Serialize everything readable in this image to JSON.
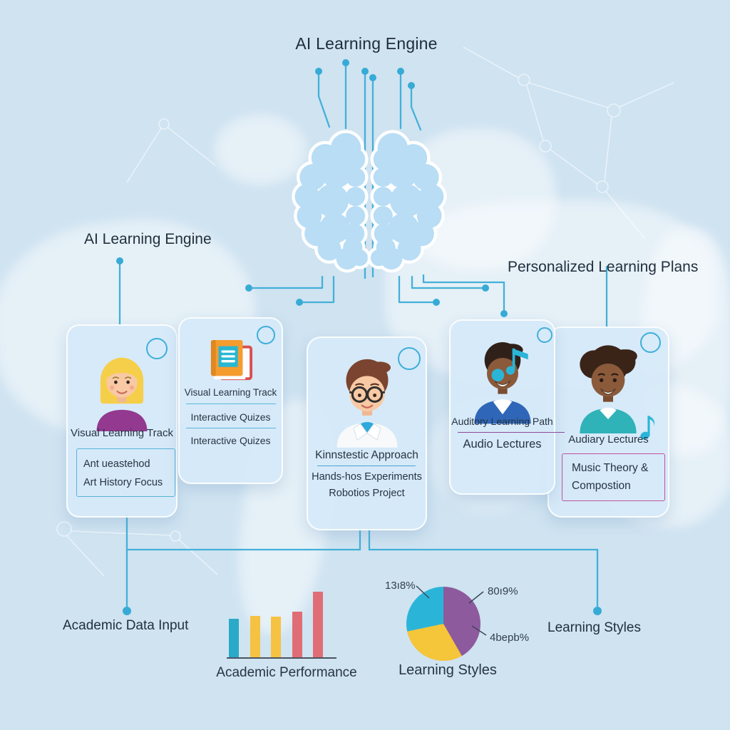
{
  "header": {
    "title": "AI Learning Engine"
  },
  "section_labels": {
    "engine_left": "AI Learning Engine",
    "plans_right": "Personalized Learning Plans",
    "academic_input": "Academic Data Input",
    "learning_styles": "Learning Styles"
  },
  "cards": {
    "visual_girl": {
      "title": "Visual Learning Track",
      "box": [
        "Ant ueastehod",
        "Art History Focus"
      ],
      "avatar": "girl-blonde-purple-top-avatar"
    },
    "visual_books": {
      "title": "Visual Learning Track",
      "items": [
        "Interactive Quizes",
        "Interactive Quizes"
      ],
      "icon": "stacked-books-icon"
    },
    "kinesthetic": {
      "title": "Kinnstestic Approach",
      "lines": [
        "Hands-hos Experiments",
        "Robotios Project"
      ],
      "avatar": "boy-glasses-labcoat-avatar"
    },
    "auditory_path": {
      "title": "Auditory Learning Path",
      "lines": [
        "Audio Lectures"
      ],
      "avatar": "student-blue-jacket-avatar",
      "icon": "music-note-icon"
    },
    "auditory_lectures": {
      "title": "Audiary Lectures",
      "box": [
        "Music Theory &",
        "Compostion"
      ],
      "avatar": "student-teal-sweater-avatar",
      "icon": "music-note-icon"
    }
  },
  "colors": {
    "background": "#cfe3f1",
    "connector": "#44b0d8",
    "card_fill": "#d6eaf9",
    "ring": "#3fafda",
    "box_pink": "#c2519f",
    "separator_purple": "#8b4a9b",
    "text": "#273442"
  },
  "chart_data": [
    {
      "type": "bar",
      "title": "Academic Performance",
      "values": [
        54,
        58,
        57,
        64,
        92
      ],
      "colors": [
        "#2aa9c9",
        "#f5c242",
        "#f5c242",
        "#e06d75",
        "#e06d75"
      ],
      "xlabel": "",
      "ylabel": "",
      "axis_labels_shown": false
    },
    {
      "type": "pie",
      "title": "Learning Styles",
      "slices": [
        {
          "label": "80ı9%",
          "value": 41.7,
          "color": "#8d5a9e"
        },
        {
          "label": "4bepb%",
          "value": 30.0,
          "color": "#f5c53a"
        },
        {
          "label": "13ı8%",
          "value": 28.3,
          "color": "#2ab5d8"
        }
      ],
      "start_angle_deg": 0,
      "direction": "clockwise",
      "legend_position": "callout-labels"
    }
  ]
}
